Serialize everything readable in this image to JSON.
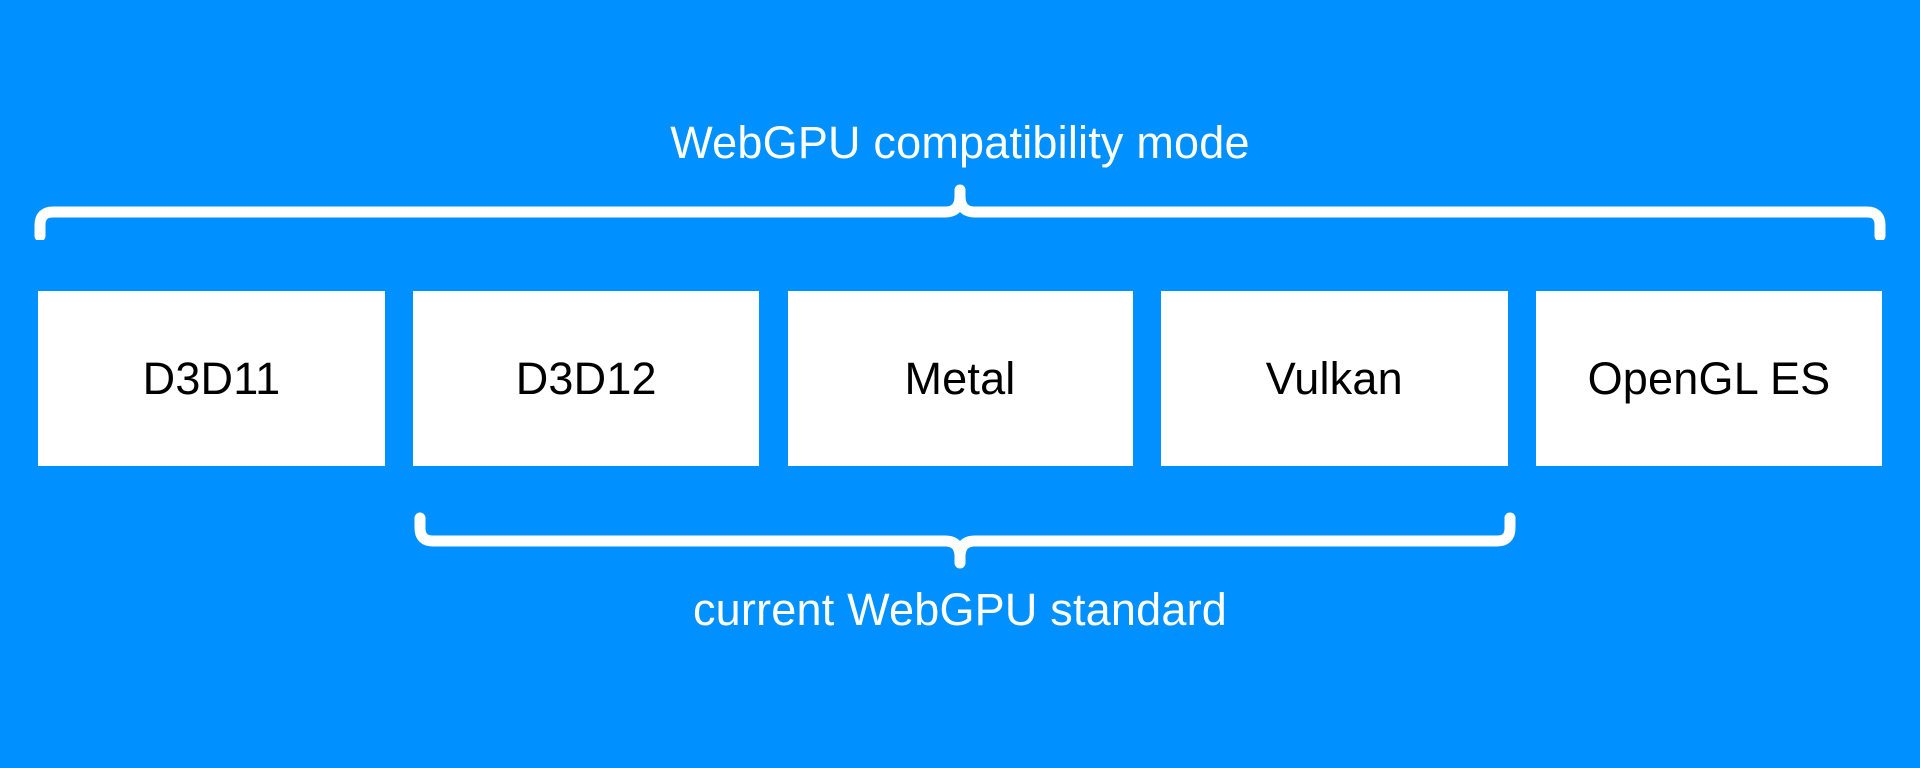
{
  "theme": {
    "background_color": "#0090ff",
    "box_fill_color": "#ffffff",
    "box_text_color": "#000000",
    "brace_color": "#ffffff",
    "label_text_color": "#ffffff"
  },
  "diagram": {
    "top_bracket": {
      "label": "WebGPU compatibility mode",
      "icon_name": "curly-brace-down-icon",
      "spans_boxes": [
        "D3D11",
        "D3D12",
        "Metal",
        "Vulkan",
        "OpenGL ES"
      ]
    },
    "bottom_bracket": {
      "label": "current WebGPU standard",
      "icon_name": "curly-brace-up-icon",
      "spans_boxes": [
        "D3D12",
        "Metal",
        "Vulkan"
      ]
    },
    "boxes": [
      {
        "label": "D3D11"
      },
      {
        "label": "D3D12"
      },
      {
        "label": "Metal"
      },
      {
        "label": "Vulkan"
      },
      {
        "label": "OpenGL ES"
      }
    ]
  }
}
